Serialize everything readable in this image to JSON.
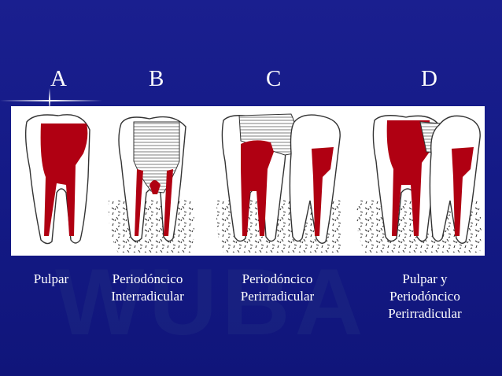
{
  "letters": [
    "A",
    "B",
    "C",
    "D"
  ],
  "captions": [
    [
      "Pulpar"
    ],
    [
      "Periodóncico",
      "Interradicular"
    ],
    [
      "Periodóncico",
      "Perirradicular"
    ],
    [
      "Pulpar y",
      "Periodóncico",
      "Perirradicular"
    ]
  ],
  "colors": {
    "background": "#141a86",
    "pulp": "#b00012",
    "text": "#ffffff"
  }
}
